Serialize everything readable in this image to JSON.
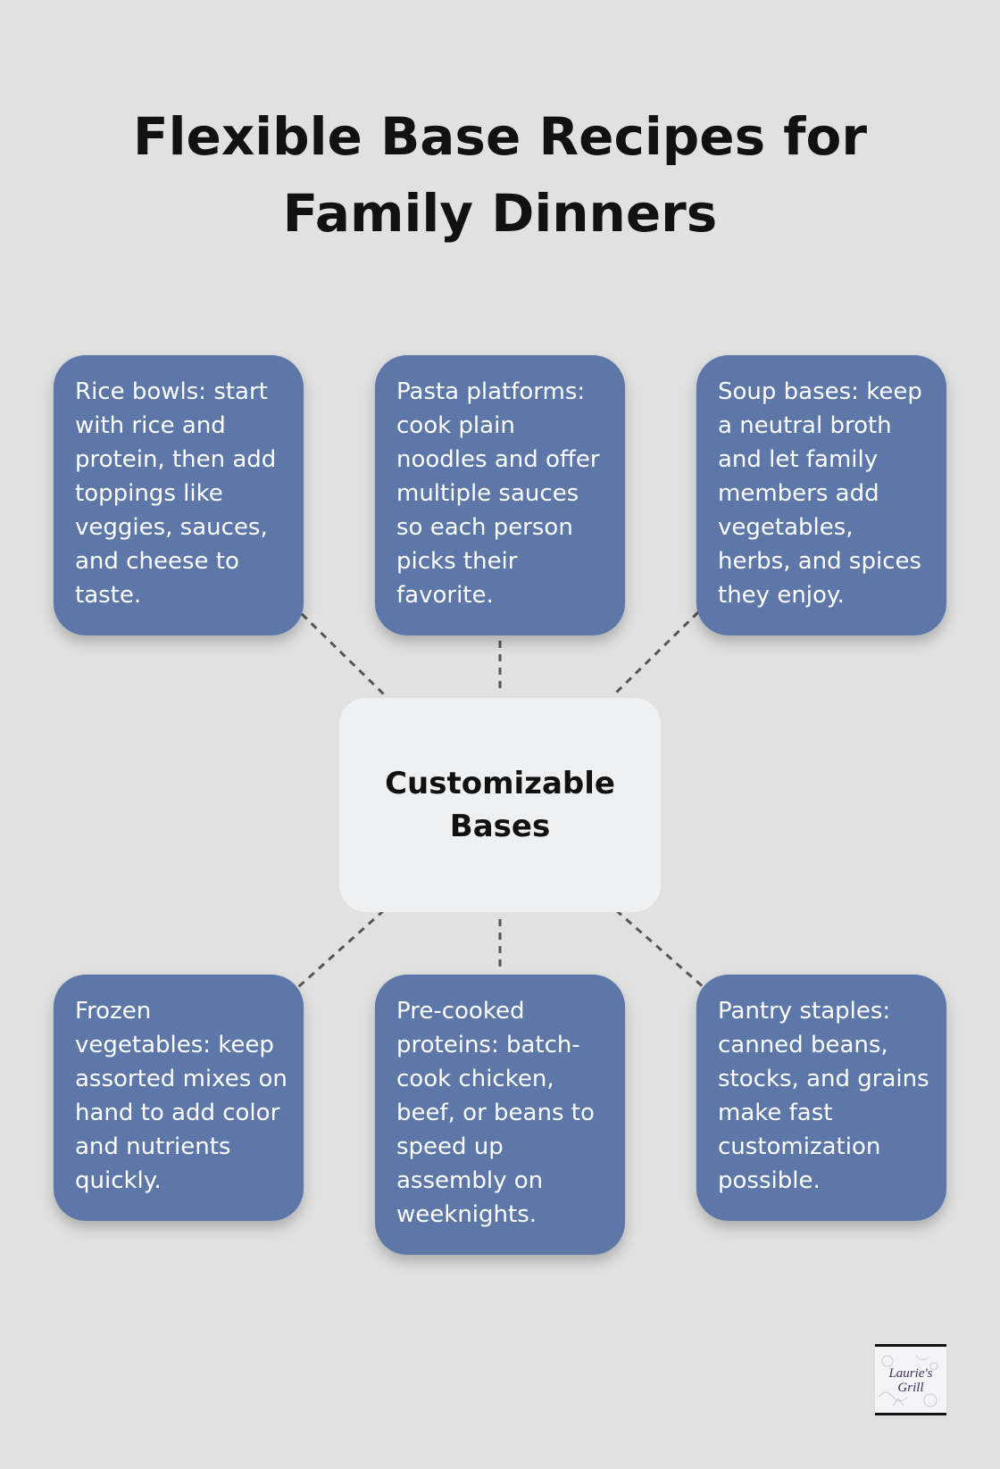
{
  "title": "Flexible Base Recipes for Family Dinners",
  "center": {
    "label": "Customizable Bases"
  },
  "cards": {
    "rice": "Rice bowls: start with rice and protein, then add toppings like veggies, sauces, and cheese to taste.",
    "pasta": "Pasta platforms: cook plain noodles and offer multiple sauces so each person picks their favorite.",
    "soup": "Soup bases: keep a neutral broth and let family members add vegetables, herbs, and spices they enjoy.",
    "frozen": "Frozen vegetables: keep assorted mixes on hand to add color and nutrients quickly.",
    "protein": "Pre-cooked proteins: batch-cook chicken, beef, or beans to speed up assembly on weeknights.",
    "pantry": "Pantry staples: canned beans, stocks, and grains make fast customization possible."
  },
  "logo": {
    "line1": "Laurie's",
    "line2": "Grill"
  },
  "colors": {
    "background": "#e0e1e0",
    "card": "#5d77a8",
    "center_box": "#eff0f2",
    "connector": "#555555"
  }
}
